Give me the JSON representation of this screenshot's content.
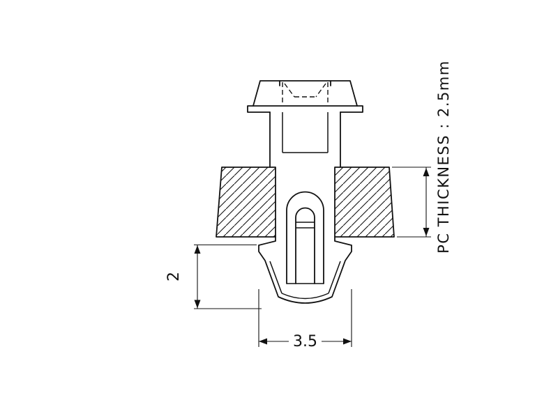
{
  "colors": {
    "ink": "#111111",
    "background": "#ffffff"
  },
  "drawing": {
    "labels": {
      "pc_thickness": "PC THICKNESS : 2.5mm",
      "snap_height": "2",
      "snap_width": "3.5"
    }
  }
}
